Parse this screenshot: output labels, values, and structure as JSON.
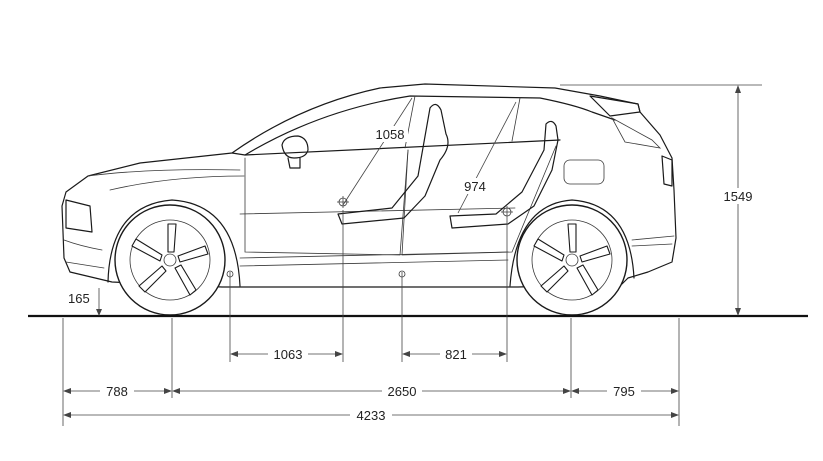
{
  "dimensions": {
    "headroom_front": "1058",
    "headroom_rear": "974",
    "height": "1549",
    "ground_clearance": "165",
    "legroom_front": "1063",
    "legroom_rear": "821",
    "front_overhang": "788",
    "wheelbase": "2650",
    "rear_overhang": "795",
    "overall_length": "4233"
  }
}
